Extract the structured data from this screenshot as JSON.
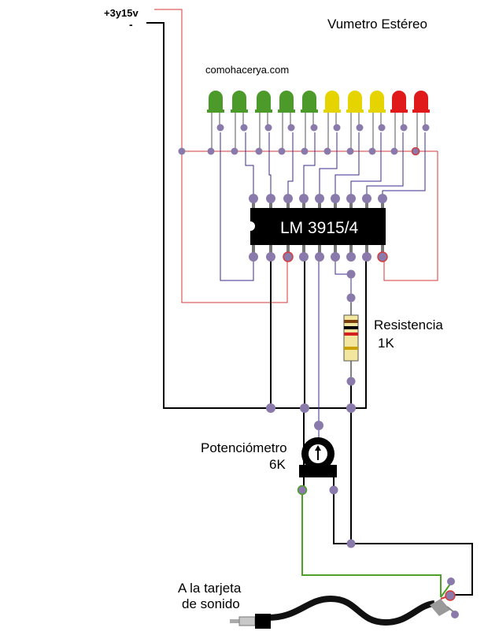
{
  "title": "Vumetro Estéreo",
  "website": "comohacerya.com",
  "power": {
    "positive": "+3y15v",
    "negative": "-"
  },
  "ic": {
    "label": "LM 3915/4"
  },
  "resistor": {
    "label": "Resistencia",
    "value": "1K"
  },
  "potentiometer": {
    "label": "Potenciómetro",
    "value": "6K"
  },
  "output": {
    "line1": "A la tarjeta",
    "line2": "de sonido"
  },
  "colors": {
    "wire_red": "#d63a3a",
    "wire_blue": "#3a2c8c",
    "wire_black": "#000000",
    "wire_green": "#4ea02a",
    "node": "#8a7aab",
    "led_green": "#4c9a2a",
    "led_yellow": "#e6d400",
    "led_red": "#e01a1a"
  },
  "leds": [
    {
      "color": "green"
    },
    {
      "color": "green"
    },
    {
      "color": "green"
    },
    {
      "color": "green"
    },
    {
      "color": "green"
    },
    {
      "color": "yellow"
    },
    {
      "color": "yellow"
    },
    {
      "color": "yellow"
    },
    {
      "color": "red"
    },
    {
      "color": "red"
    }
  ]
}
